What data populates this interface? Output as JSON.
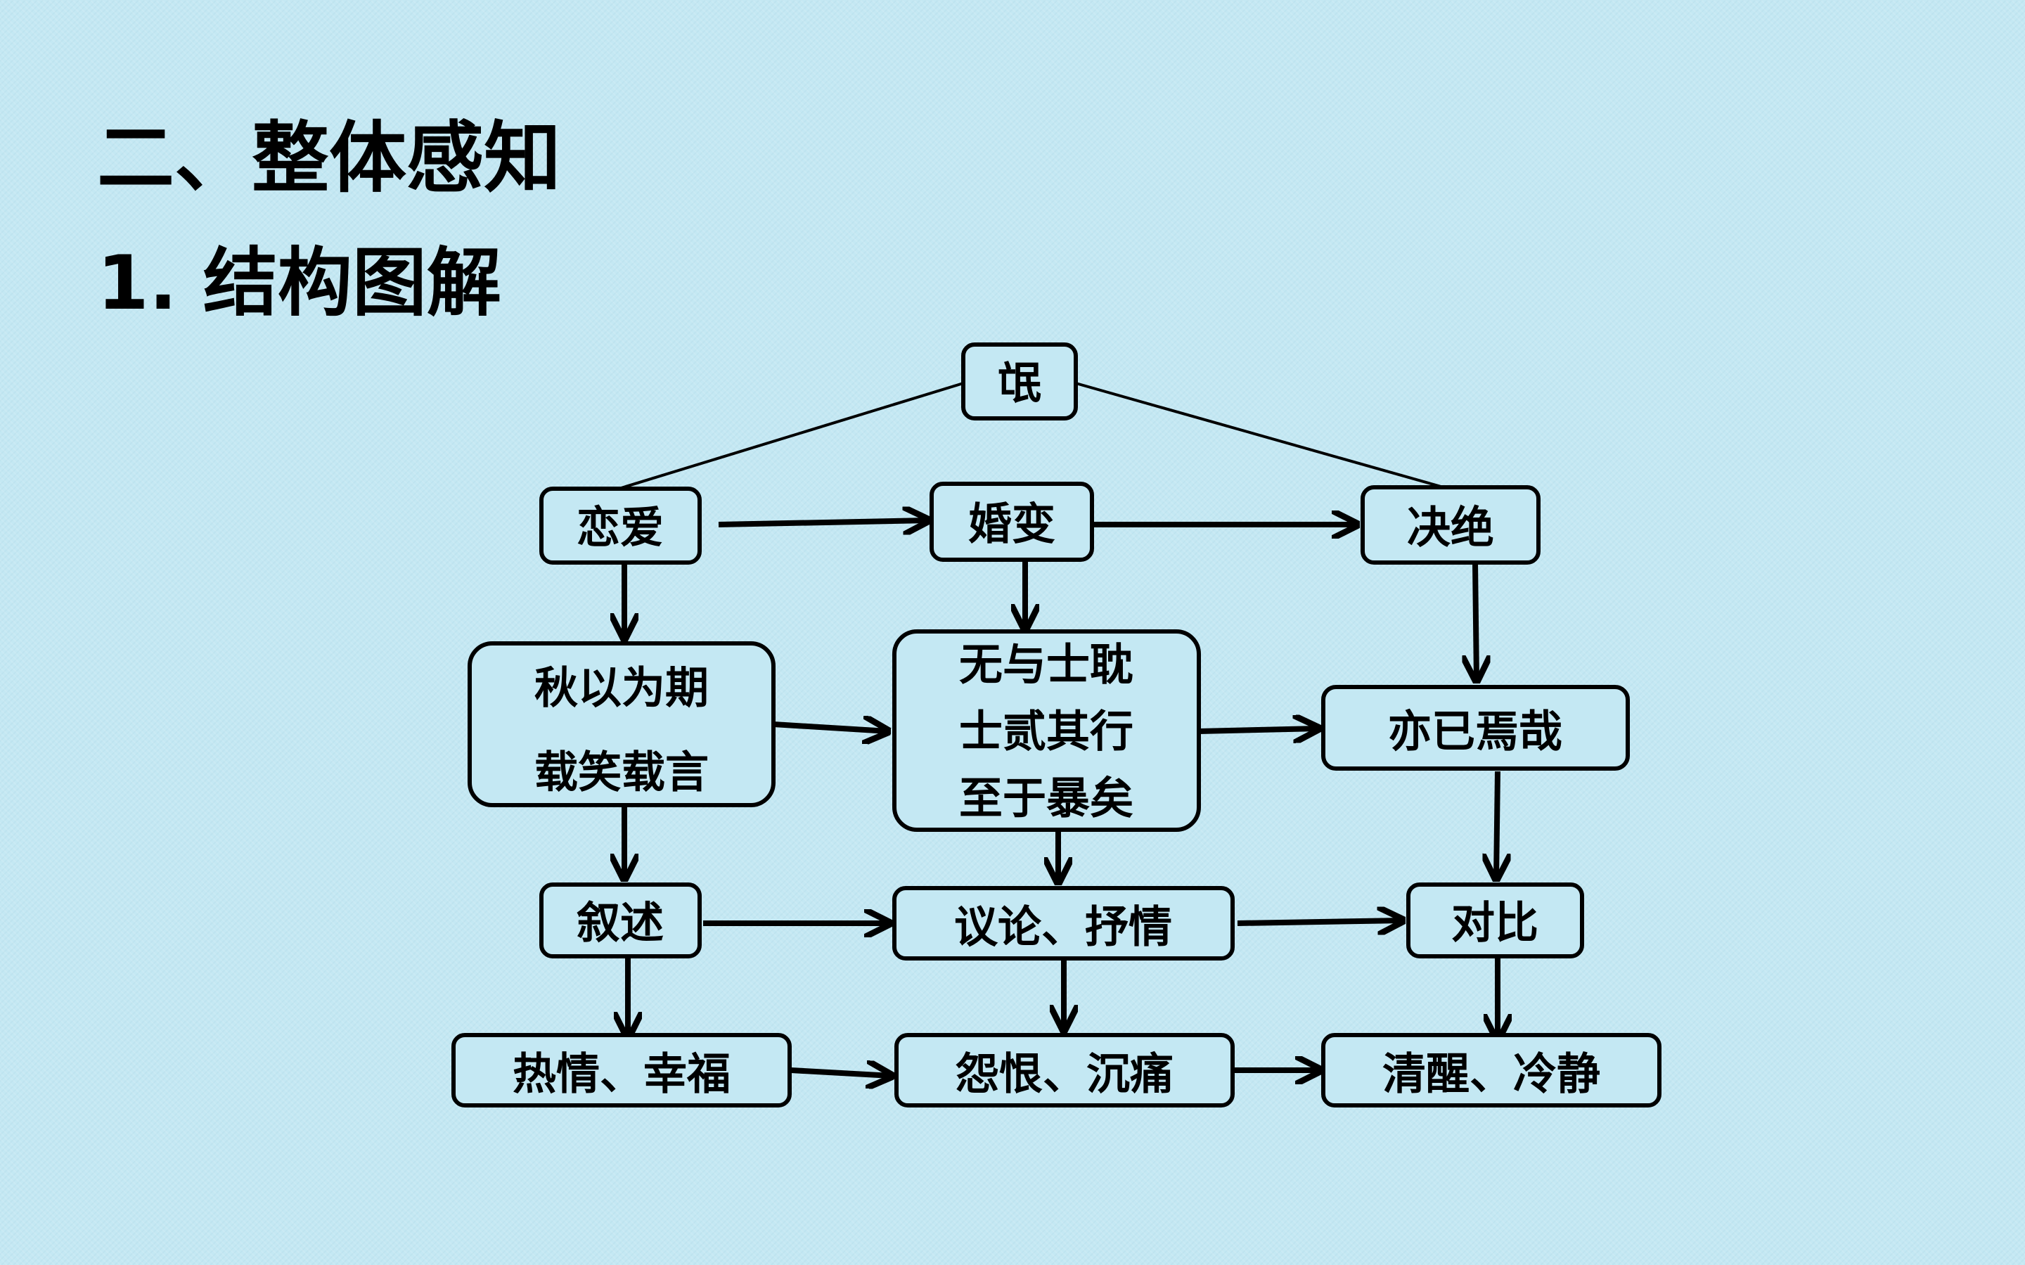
{
  "title": "二、整体感知",
  "subtitle": "1. 结构图解",
  "diagram": {
    "root": "氓",
    "nodes": {
      "love": "恋爱",
      "marriage_change": "婚变",
      "break": "决绝",
      "promise": [
        "秋以为期",
        "载笑载言"
      ],
      "betrayal": [
        "无与士耽",
        "士贰其行",
        "至于暴矣"
      ],
      "end": "亦已焉哉",
      "narrate": "叙述",
      "discuss": "议论、抒情",
      "contrast": "对比",
      "warm": "热情、幸福",
      "resent": "怨恨、沉痛",
      "calm": "清醒、冷静"
    }
  }
}
